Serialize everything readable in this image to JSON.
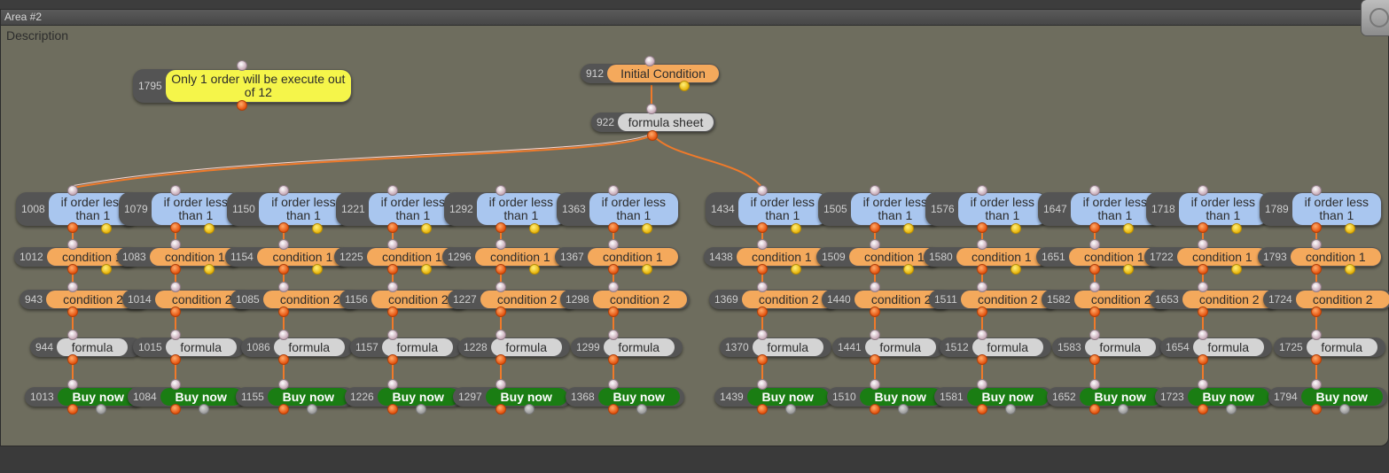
{
  "area": {
    "title": "Area #2",
    "description": "Description"
  },
  "top": {
    "note": {
      "id": "1795",
      "label": "Only 1 order will be execute out of 12"
    },
    "initial": {
      "id": "912",
      "label": "Initial Condition"
    },
    "sheet": {
      "id": "922",
      "label": "formula sheet"
    }
  },
  "columns": [
    {
      "if_id": "1008",
      "if_label": "if order less than 1",
      "c1_id": "1012",
      "c1_label": "condition 1",
      "c2_id": "943",
      "c2_label": "condition 2",
      "f_id": "944",
      "f_label": "formula",
      "b_id": "1013",
      "b_label": "Buy now"
    },
    {
      "if_id": "1079",
      "if_label": "if order less than 1",
      "c1_id": "1083",
      "c1_label": "condition 1",
      "c2_id": "1014",
      "c2_label": "condition 2",
      "f_id": "1015",
      "f_label": "formula",
      "b_id": "1084",
      "b_label": "Buy now"
    },
    {
      "if_id": "1150",
      "if_label": "if order less than 1",
      "c1_id": "1154",
      "c1_label": "condition 1",
      "c2_id": "1085",
      "c2_label": "condition 2",
      "f_id": "1086",
      "f_label": "formula",
      "b_id": "1155",
      "b_label": "Buy now"
    },
    {
      "if_id": "1221",
      "if_label": "if order less than 1",
      "c1_id": "1225",
      "c1_label": "condition 1",
      "c2_id": "1156",
      "c2_label": "condition 2",
      "f_id": "1157",
      "f_label": "formula",
      "b_id": "1226",
      "b_label": "Buy now"
    },
    {
      "if_id": "1292",
      "if_label": "if order less than 1",
      "c1_id": "1296",
      "c1_label": "condition 1",
      "c2_id": "1227",
      "c2_label": "condition 2",
      "f_id": "1228",
      "f_label": "formula",
      "b_id": "1297",
      "b_label": "Buy now"
    },
    {
      "if_id": "1363",
      "if_label": "if order less than 1",
      "c1_id": "1367",
      "c1_label": "condition 1",
      "c2_id": "1298",
      "c2_label": "condition 2",
      "f_id": "1299",
      "f_label": "formula",
      "b_id": "1368",
      "b_label": "Buy now"
    },
    {
      "if_id": "1434",
      "if_label": "if order less than 1",
      "c1_id": "1438",
      "c1_label": "condition 1",
      "c2_id": "1369",
      "c2_label": "condition 2",
      "f_id": "1370",
      "f_label": "formula",
      "b_id": "1439",
      "b_label": "Buy now"
    },
    {
      "if_id": "1505",
      "if_label": "if order less than 1",
      "c1_id": "1509",
      "c1_label": "condition 1",
      "c2_id": "1440",
      "c2_label": "condition 2",
      "f_id": "1441",
      "f_label": "formula",
      "b_id": "1510",
      "b_label": "Buy now"
    },
    {
      "if_id": "1576",
      "if_label": "if order less than 1",
      "c1_id": "1580",
      "c1_label": "condition 1",
      "c2_id": "1511",
      "c2_label": "condition 2",
      "f_id": "1512",
      "f_label": "formula",
      "b_id": "1581",
      "b_label": "Buy now"
    },
    {
      "if_id": "1647",
      "if_label": "if order less than 1",
      "c1_id": "1651",
      "c1_label": "condition 1",
      "c2_id": "1582",
      "c2_label": "condition 2",
      "f_id": "1583",
      "f_label": "formula",
      "b_id": "1652",
      "b_label": "Buy now"
    },
    {
      "if_id": "1718",
      "if_label": "if order less than 1",
      "c1_id": "1722",
      "c1_label": "condition 1",
      "c2_id": "1653",
      "c2_label": "condition 2",
      "f_id": "1654",
      "f_label": "formula",
      "b_id": "1723",
      "b_label": "Buy now"
    },
    {
      "if_id": "1789",
      "if_label": "if order less than 1",
      "c1_id": "1793",
      "c1_label": "condition 1",
      "c2_id": "1724",
      "c2_label": "condition 2",
      "f_id": "1725",
      "f_label": "formula",
      "b_id": "1794",
      "b_label": "Buy now"
    }
  ],
  "colors": {
    "canvas": "#6e6d5e",
    "condition": "#f4a95c",
    "if_block": "#a9c6ef",
    "formula": "#d4d4d4",
    "buy": "#1a7d13",
    "note": "#f5f54a",
    "wire": "#f07a2a"
  }
}
